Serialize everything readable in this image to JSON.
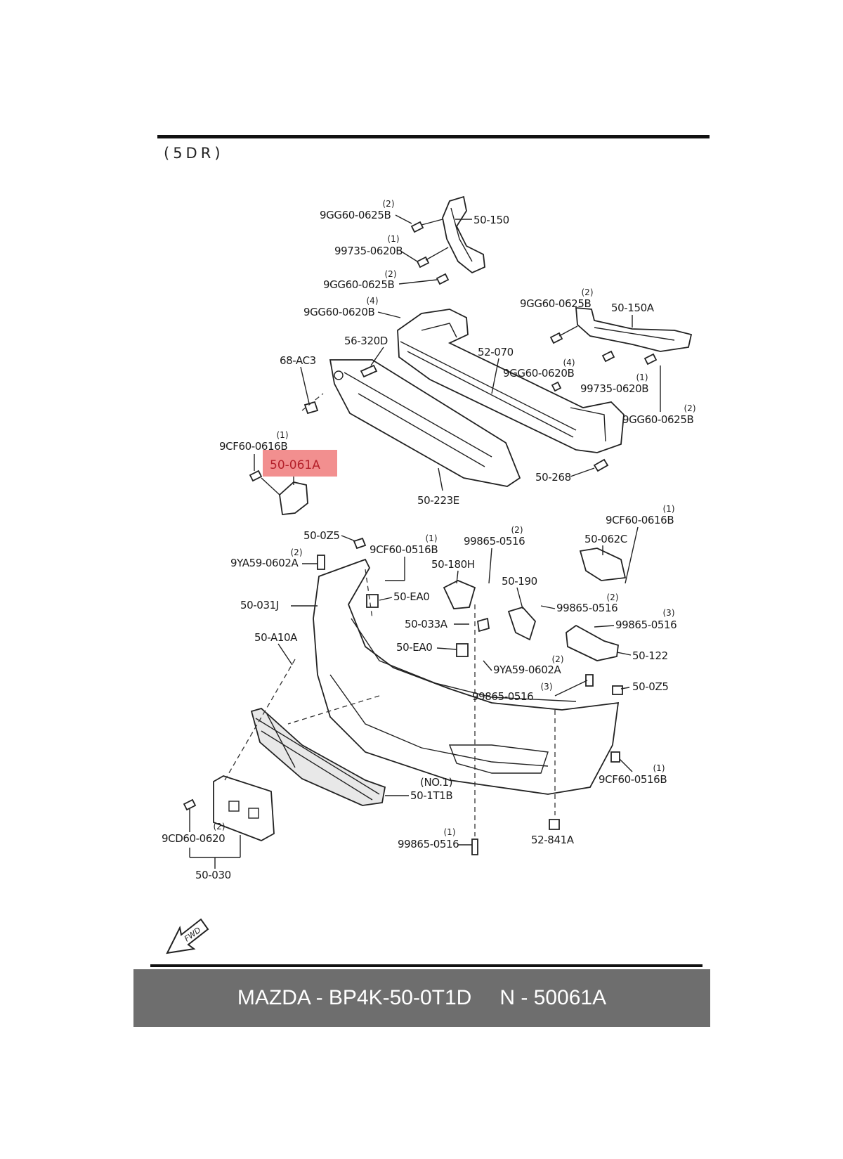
{
  "diagram": {
    "variant_label": "(5DR)",
    "highlighted_part": "50-061A",
    "highlight_color": "#f07b7b",
    "fwd_arrow_label": "FWD",
    "callouts": {
      "c01": "9GG60-0625B",
      "q01": "(2)",
      "c02": "50-150",
      "c03": "99735-0620B",
      "q03": "(1)",
      "c04": "9GG60-0625B",
      "q04": "(2)",
      "c05": "9GG60-0620B",
      "q05": "(4)",
      "c06": "9GG60-0625B",
      "q06": "(2)",
      "c07": "50-150A",
      "c08": "56-320D",
      "c09": "52-070",
      "c10": "68-AC3",
      "c11": "9GG60-0620B",
      "q11": "(4)",
      "c12": "99735-0620B",
      "q12": "(1)",
      "c13": "9GG60-0625B",
      "q13": "(2)",
      "c14": "9CF60-0616B",
      "q14": "(1)",
      "c16": "50-268",
      "c17": "50-223E",
      "c18": "9CF60-0616B",
      "q18": "(1)",
      "c19": "50-0Z5",
      "c20": "9CF60-0516B",
      "q20": "(1)",
      "c21": "99865-0516",
      "q21": "(2)",
      "c22": "50-062C",
      "c23": "9YA59-0602A",
      "q23": "(2)",
      "c24": "50-180H",
      "c25": "50-190",
      "c26": "50-EA0",
      "c27": "99865-0516",
      "q27": "(2)",
      "c28": "50-031J",
      "c29": "50-033A",
      "c30": "99865-0516",
      "q30": "(3)",
      "c31": "50-A10A",
      "c32": "50-EA0",
      "c33": "50-122",
      "c34": "9YA59-0602A",
      "q34": "(2)",
      "c35": "99865-0516",
      "q35": "(3)",
      "c36": "50-0Z5",
      "c37": "(NO.1)",
      "c38": "50-1T1B",
      "c39": "9CF60-0516B",
      "q39": "(1)",
      "c40": "9CD60-0620",
      "q40": "(2)",
      "c41": "99865-0516",
      "q41": "(1)",
      "c42": "52-841A",
      "c43": "50-030"
    }
  },
  "footer": {
    "background": "#6e6e6e",
    "brand_part": "MAZDA - BP4K-50-0T1D",
    "ref_number": "N - 50061A"
  }
}
